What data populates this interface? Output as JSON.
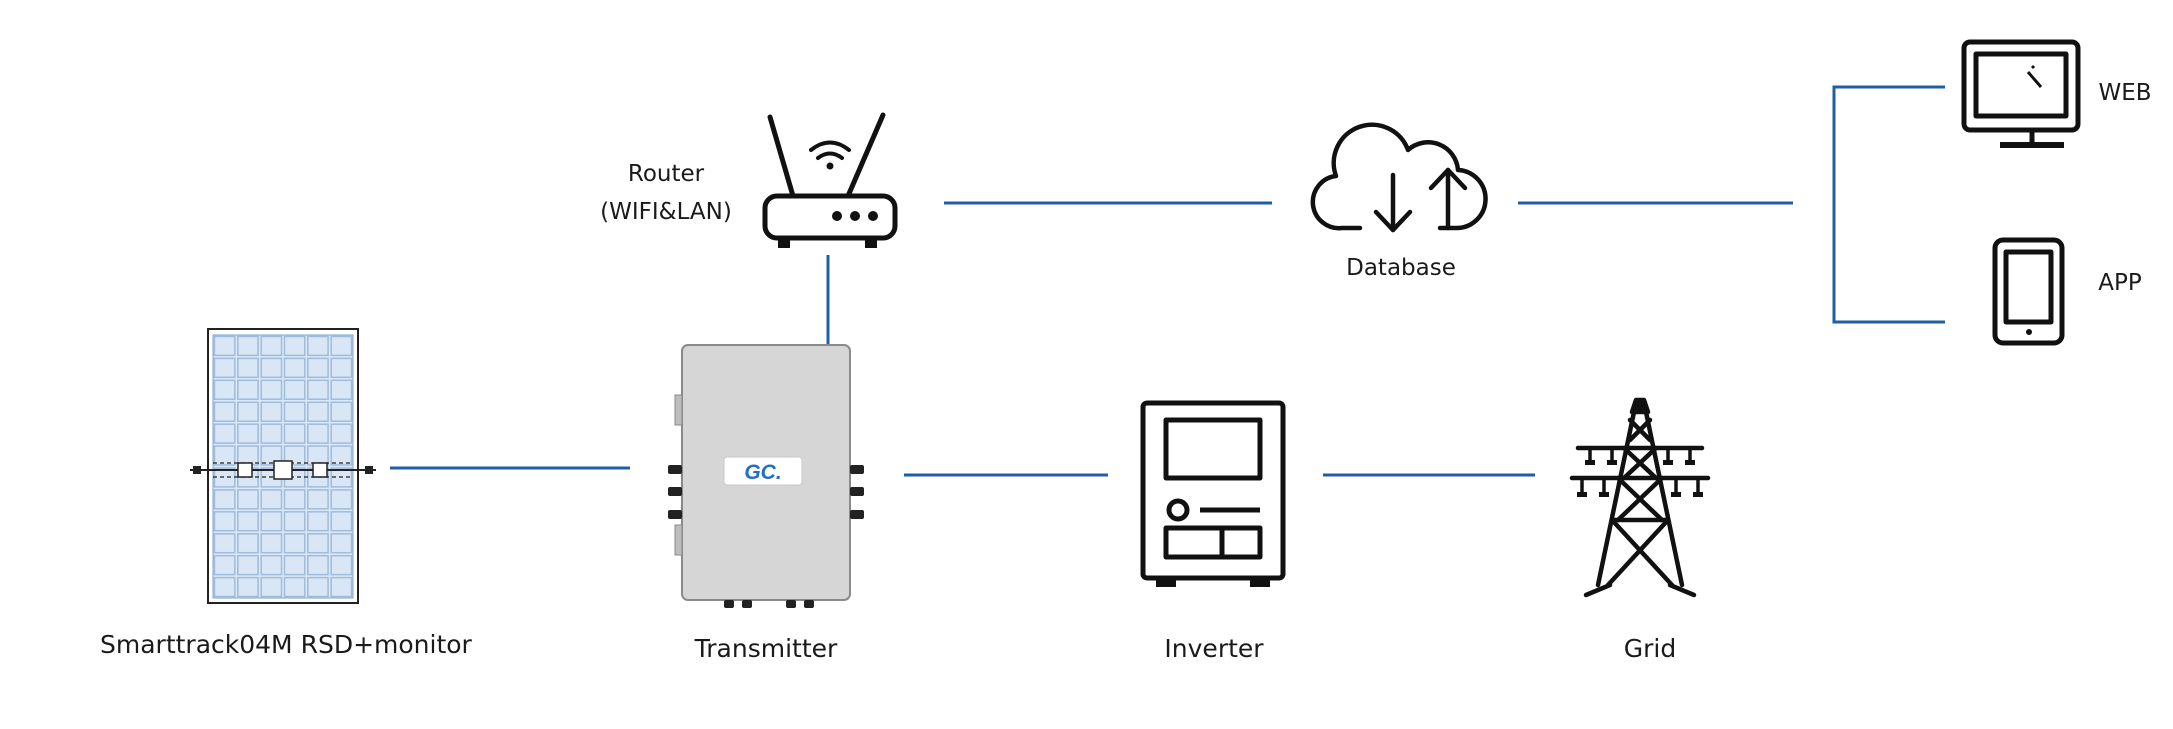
{
  "nodes": {
    "panel": {
      "label": "Smarttrack04M RSD+monitor",
      "icon": "solar-panel-icon"
    },
    "transmitter": {
      "label": "Transmitter",
      "badge": "GC.",
      "icon": "transmitter-box-icon"
    },
    "router": {
      "label_line1": "Router",
      "label_line2": "(WIFI&LAN)",
      "icon": "router-icon"
    },
    "database": {
      "label": "Database",
      "icon": "cloud-database-icon"
    },
    "web": {
      "label": "WEB",
      "icon": "monitor-icon"
    },
    "app": {
      "label": "APP",
      "icon": "tablet-icon"
    },
    "inverter": {
      "label": "Inverter",
      "icon": "inverter-icon"
    },
    "grid": {
      "label": "Grid",
      "icon": "power-pylon-icon"
    }
  },
  "colors": {
    "connector": "#1f5fa6",
    "icon_stroke": "#111111",
    "panel_cell": "#d9e6f5",
    "panel_cell_border": "#7fa3cc",
    "transmitter_body": "#d6d6d6",
    "badge_blue": "#1f6fc4"
  }
}
